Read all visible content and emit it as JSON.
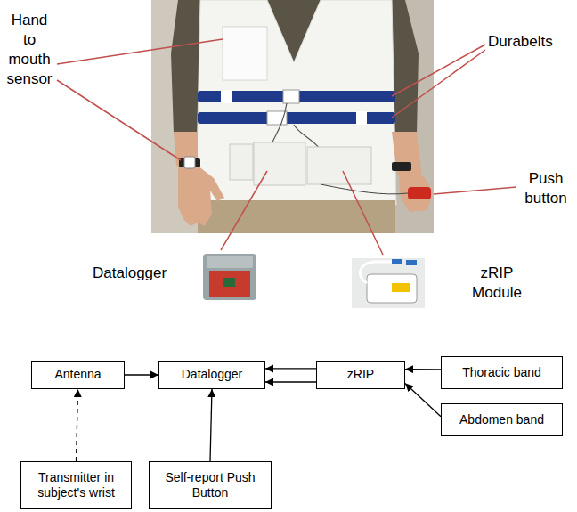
{
  "diagram": {
    "nodes": [
      {
        "text": [
          "Antenna"
        ]
      },
      {
        "text": [
          "Datalogger"
        ]
      },
      {
        "text": [
          "zRIP"
        ]
      },
      {
        "text": [
          "Thoracic band"
        ]
      },
      {
        "text": [
          "Abdomen band"
        ]
      },
      {
        "text": [
          "Transmitter in subject's wrist"
        ]
      },
      {
        "text": [
          "Self-report Push Button"
        ]
      }
    ],
    "edges": [
      {
        "from": 0,
        "to": 1,
        "arrow": "to"
      },
      {
        "from": 2,
        "to": 1,
        "arrow": "to"
      },
      {
        "from": 2,
        "to": 1,
        "arrow": "to"
      },
      {
        "from": 3,
        "to": 2,
        "arrow": "to"
      },
      {
        "from": 4,
        "to": 2,
        "arrow": "to"
      },
      {
        "from": 5,
        "to": 0,
        "arrow": "to"
      },
      {
        "from": 6,
        "to": 1,
        "arrow": "to"
      }
    ],
    "labels": [
      "Hand to mouth sensor",
      "Durabelts",
      "Push button",
      "Datalogger",
      "zRIP Module"
    ]
  }
}
